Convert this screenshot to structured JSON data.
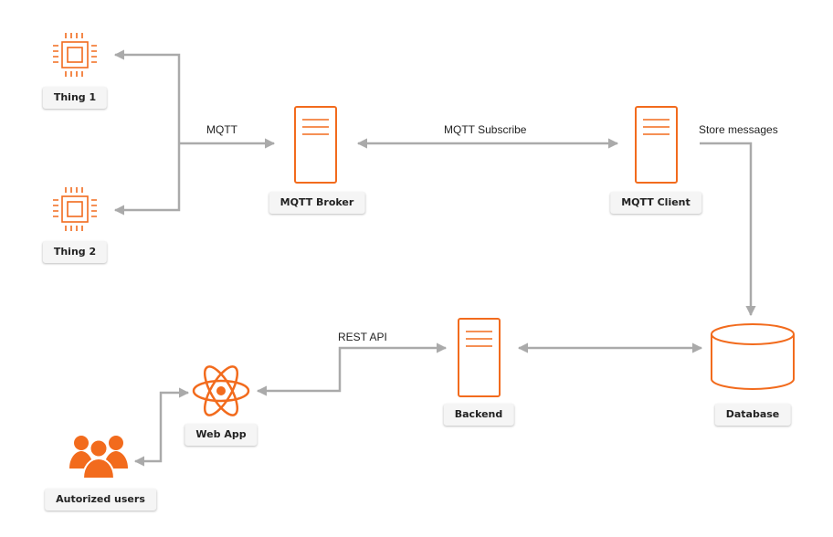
{
  "colors": {
    "accent": "#f26b1d",
    "connector": "#aaaaaa",
    "label_bg": "#f5f5f5"
  },
  "nodes": {
    "thing1": {
      "label": "Thing 1",
      "icon": "chip-icon"
    },
    "thing2": {
      "label": "Thing 2",
      "icon": "chip-icon"
    },
    "broker": {
      "label": "MQTT Broker",
      "icon": "server-icon"
    },
    "client": {
      "label": "MQTT Client",
      "icon": "server-icon"
    },
    "database": {
      "label": "Database",
      "icon": "database-icon"
    },
    "backend": {
      "label": "Backend",
      "icon": "server-icon"
    },
    "webapp": {
      "label": "Web App",
      "icon": "react-atom-icon"
    },
    "users": {
      "label": "Autorized users",
      "icon": "users-group-icon"
    }
  },
  "edges": {
    "mqtt": "MQTT",
    "subscribe": "MQTT Subscribe",
    "store": "Store messages",
    "rest": "REST API"
  }
}
